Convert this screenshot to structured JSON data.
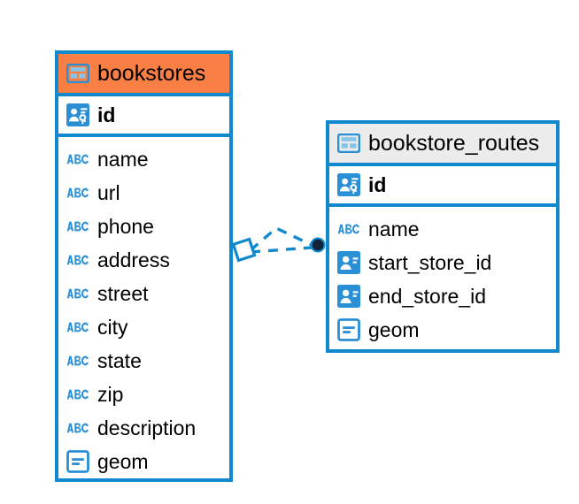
{
  "diagram": {
    "type": "entity-relationship-diagram",
    "background_color": "#ffffff",
    "accent_color": "#1189ce",
    "highlight_color": "#f97f45",
    "header_grey": "#ececec"
  },
  "entities": [
    {
      "name": "bookstores",
      "header_style": "orange",
      "table_icon": "table-icon",
      "primary_key": {
        "label": "id",
        "icon": "primary-key-icon"
      },
      "fields": [
        {
          "label": "name",
          "icon": "text-abc-icon"
        },
        {
          "label": "url",
          "icon": "text-abc-icon"
        },
        {
          "label": "phone",
          "icon": "text-abc-icon"
        },
        {
          "label": "address",
          "icon": "text-abc-icon"
        },
        {
          "label": "street",
          "icon": "text-abc-icon"
        },
        {
          "label": "city",
          "icon": "text-abc-icon"
        },
        {
          "label": "state",
          "icon": "text-abc-icon"
        },
        {
          "label": "zip",
          "icon": "text-abc-icon"
        },
        {
          "label": "description",
          "icon": "text-abc-icon"
        },
        {
          "label": "geom",
          "icon": "geometry-icon"
        }
      ]
    },
    {
      "name": "bookstore_routes",
      "header_style": "grey",
      "table_icon": "table-icon",
      "primary_key": {
        "label": "id",
        "icon": "primary-key-icon"
      },
      "fields": [
        {
          "label": "name",
          "icon": "text-abc-icon"
        },
        {
          "label": "start_store_id",
          "icon": "foreign-key-icon"
        },
        {
          "label": "end_store_id",
          "icon": "foreign-key-icon"
        },
        {
          "label": "geom",
          "icon": "geometry-icon"
        }
      ]
    }
  ],
  "relationship": {
    "source_endpoint": "hollow-diamond",
    "target_endpoint": "filled-circle",
    "line_style": "dashed",
    "line_color": "#1189ce",
    "target_fill": "#10243a"
  }
}
